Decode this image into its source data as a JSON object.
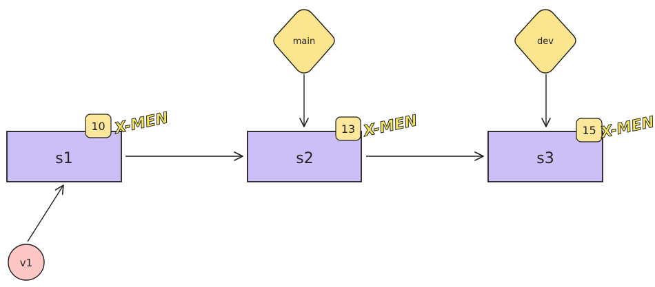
{
  "colors": {
    "snapshot_fill": "#ccbff7",
    "badge_fill": "#fce79a",
    "branch_fill": "#fce58f",
    "version_fill": "#ffc6c6",
    "stroke": "#1e1e1e",
    "xmen_yellow": "#f6e65e"
  },
  "snapshots": [
    {
      "label": "s1",
      "badge": "10",
      "logo_text": "X-MEN"
    },
    {
      "label": "s2",
      "badge": "13",
      "logo_text": "X-MEN"
    },
    {
      "label": "s3",
      "badge": "15",
      "logo_text": "X-MEN"
    }
  ],
  "branches": [
    {
      "label": "main"
    },
    {
      "label": "dev"
    }
  ],
  "version": {
    "label": "v1"
  }
}
